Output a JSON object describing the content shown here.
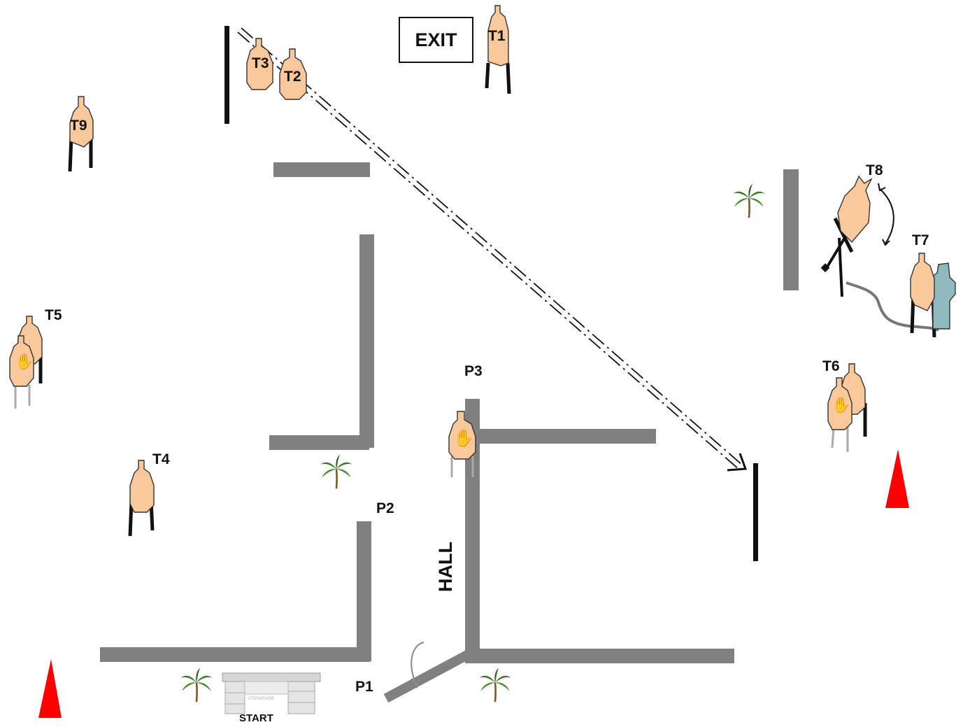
{
  "labels": {
    "exit": "EXIT",
    "start": "START",
    "hall": "HALL",
    "positions": {
      "p1": "P1",
      "p2": "P2",
      "p3": "P3"
    },
    "targets": {
      "t1": "T1",
      "t2": "T2",
      "t3": "T3",
      "t4": "T4",
      "t5": "T5",
      "t6": "T6",
      "t7": "T7",
      "t8": "T8",
      "t9": "T9"
    }
  },
  "desk_watermark": "chinatrade",
  "colors": {
    "wall": "#808080",
    "target_fill": "#f9c99b",
    "target_stroke": "#333333",
    "cone": "#ff0000",
    "hostage": "#8fb9bd",
    "palm": "#3f7a2a"
  }
}
